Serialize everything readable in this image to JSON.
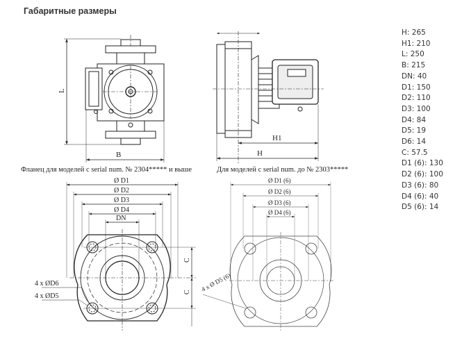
{
  "title": "Габаритные размеры",
  "specs": [
    "H: 265",
    "H1: 210",
    "L: 250",
    "B: 215",
    "DN: 40",
    "D1: 150",
    "D2: 110",
    "D3: 100",
    "D4: 84",
    "D5: 19",
    "D6: 14",
    "C: 57.5",
    "D1 (6): 130",
    "D2 (6): 100",
    "D3 (6): 80",
    "D4 (6): 40",
    "D5 (6): 14"
  ],
  "captions": {
    "left": "Фланец для моделей с serial num. № 2304***** и выше",
    "right": "Для моделей с serial num. до № 2303*****"
  },
  "labels": {
    "L": "L",
    "B": "B",
    "H": "H",
    "H1": "H1",
    "D1": "Ø D1",
    "D2": "Ø D2",
    "D3": "Ø D3",
    "D4": "Ø D4",
    "DN": "DN",
    "C": "C",
    "holes_d6": "4 x ØD6",
    "holes_d5": "4 x ØD5",
    "D1_6": "Ø D1 (6)",
    "D2_6": "Ø D2 (6)",
    "D3_6": "Ø D3 (6)",
    "D4_6": "Ø D4 (6)",
    "holes_d5_6": "4 x Ø D5 (6)"
  }
}
